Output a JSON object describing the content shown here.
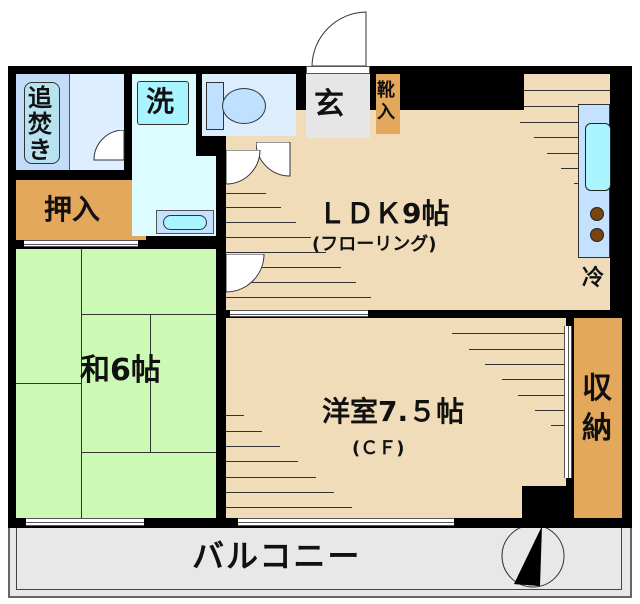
{
  "floorplan": {
    "rooms": {
      "ldk": {
        "label": "ＬＤＫ9帖",
        "sublabel": "(フローリング)",
        "color": "#f0dcb8"
      },
      "western": {
        "label": "洋室7.５帖",
        "sublabel": "(ＣＦ)",
        "color": "#f0dcb8"
      },
      "japanese": {
        "label": "和6帖",
        "color": "#ccfab4"
      },
      "entrance": {
        "label": "玄",
        "color": "#e6e6e6"
      },
      "shoe_closet": {
        "label_line1": "靴",
        "label_line2": "入",
        "color": "#e4a85c"
      },
      "oshiire": {
        "label": "押入",
        "color": "#e4a85c"
      },
      "storage": {
        "label_line1": "収",
        "label_line2": "納",
        "color": "#e4a85c"
      },
      "washroom": {
        "label": "洗",
        "color": "#ddfcff"
      },
      "bath": {
        "label_line1": "追",
        "label_line2": "焚",
        "label_line3": "き",
        "color": "#cfe6ff"
      },
      "toilet": {
        "color": "#dcedfd"
      },
      "fridge": {
        "label": "冷"
      },
      "balcony": {
        "label": "バルコニー",
        "color": "#e8e8e8"
      }
    },
    "compass": {
      "direction": "north-arrow"
    }
  }
}
